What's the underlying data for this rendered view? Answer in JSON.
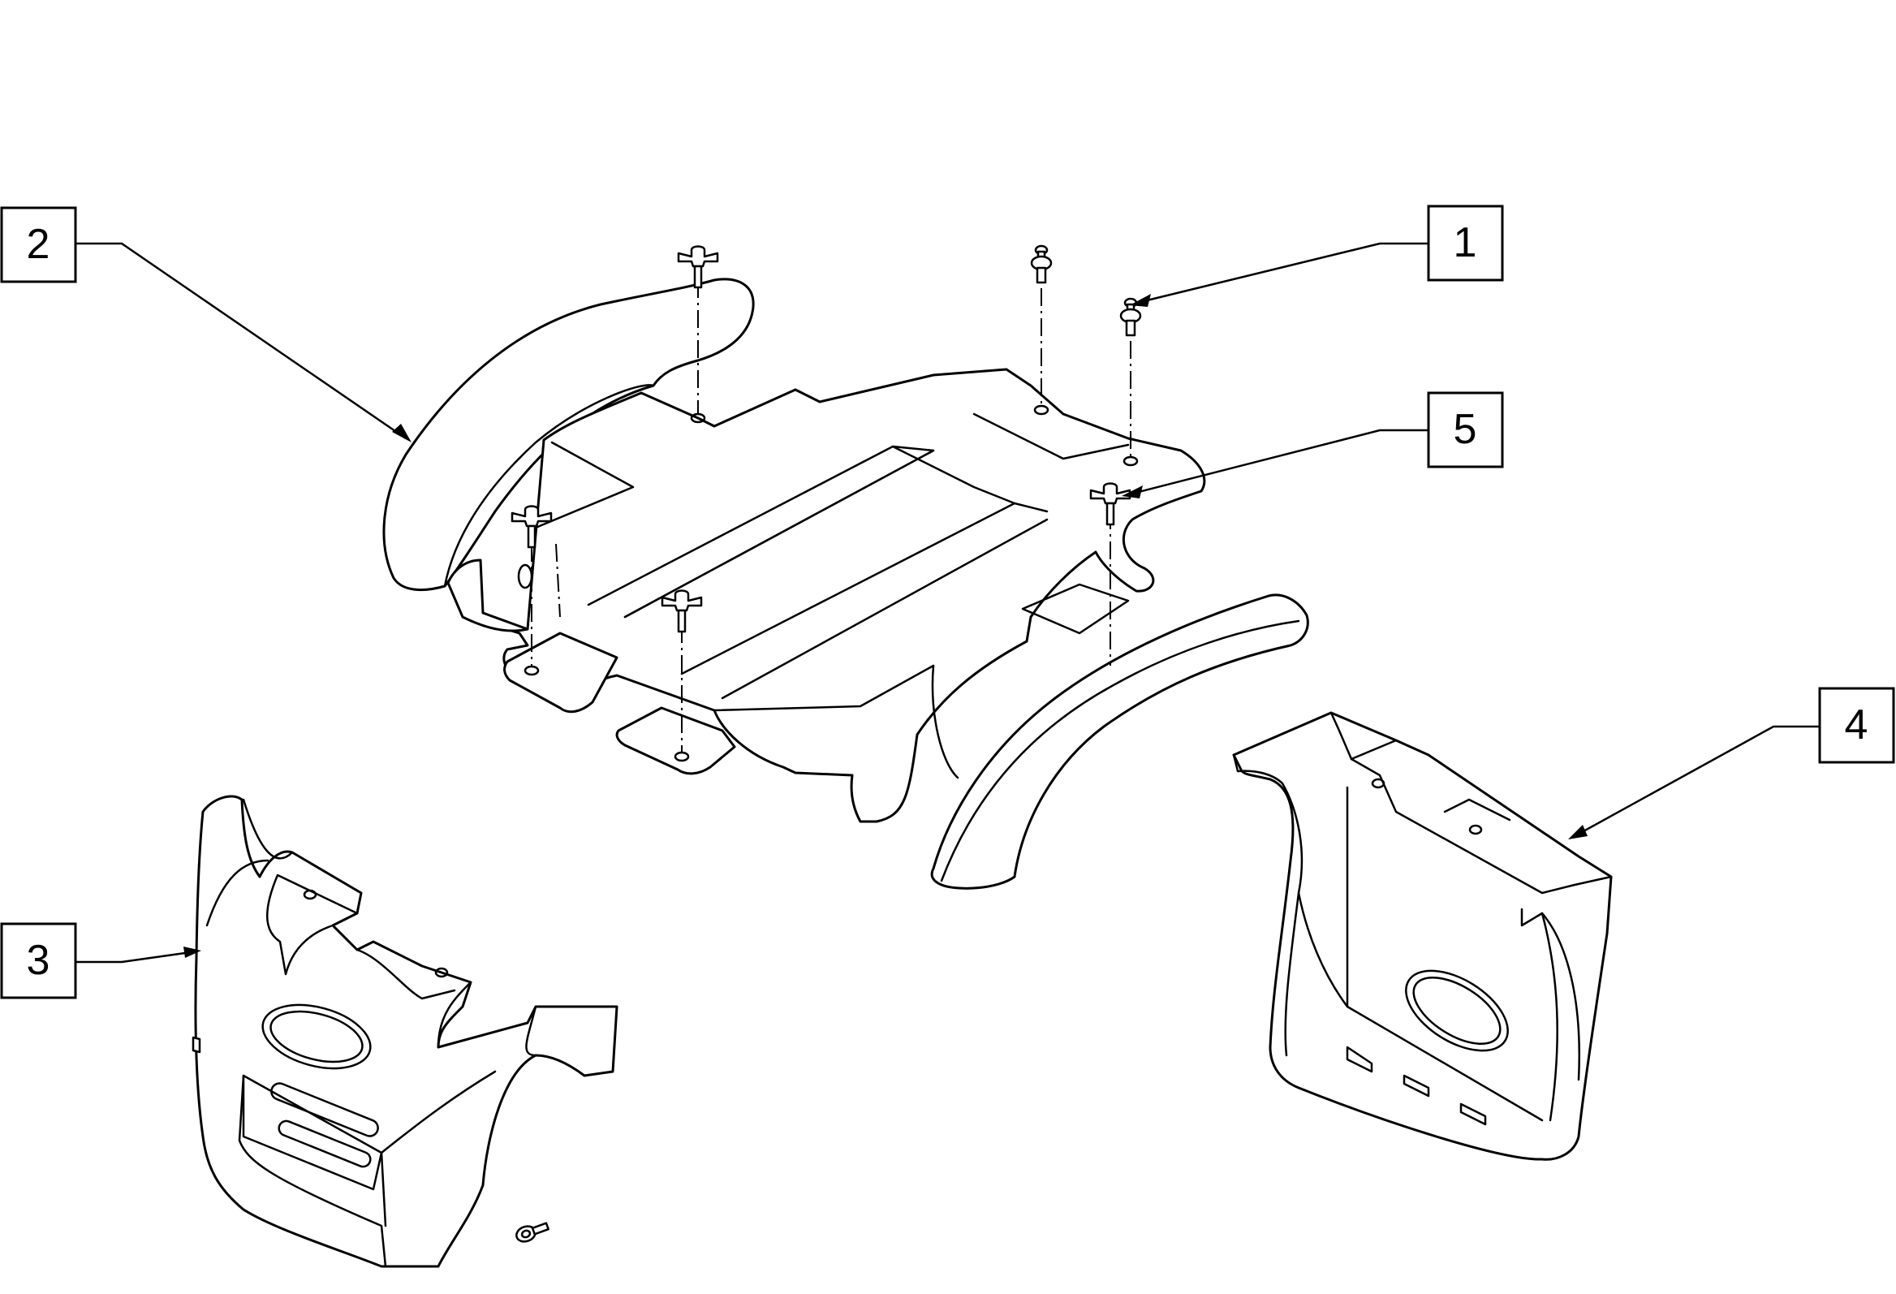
{
  "figure": {
    "type": "exploded parts diagram",
    "callouts": [
      {
        "id": "callout-1",
        "number": "1"
      },
      {
        "id": "callout-2",
        "number": "2"
      },
      {
        "id": "callout-3",
        "number": "3"
      },
      {
        "id": "callout-4",
        "number": "4"
      },
      {
        "id": "callout-5",
        "number": "5"
      }
    ]
  }
}
